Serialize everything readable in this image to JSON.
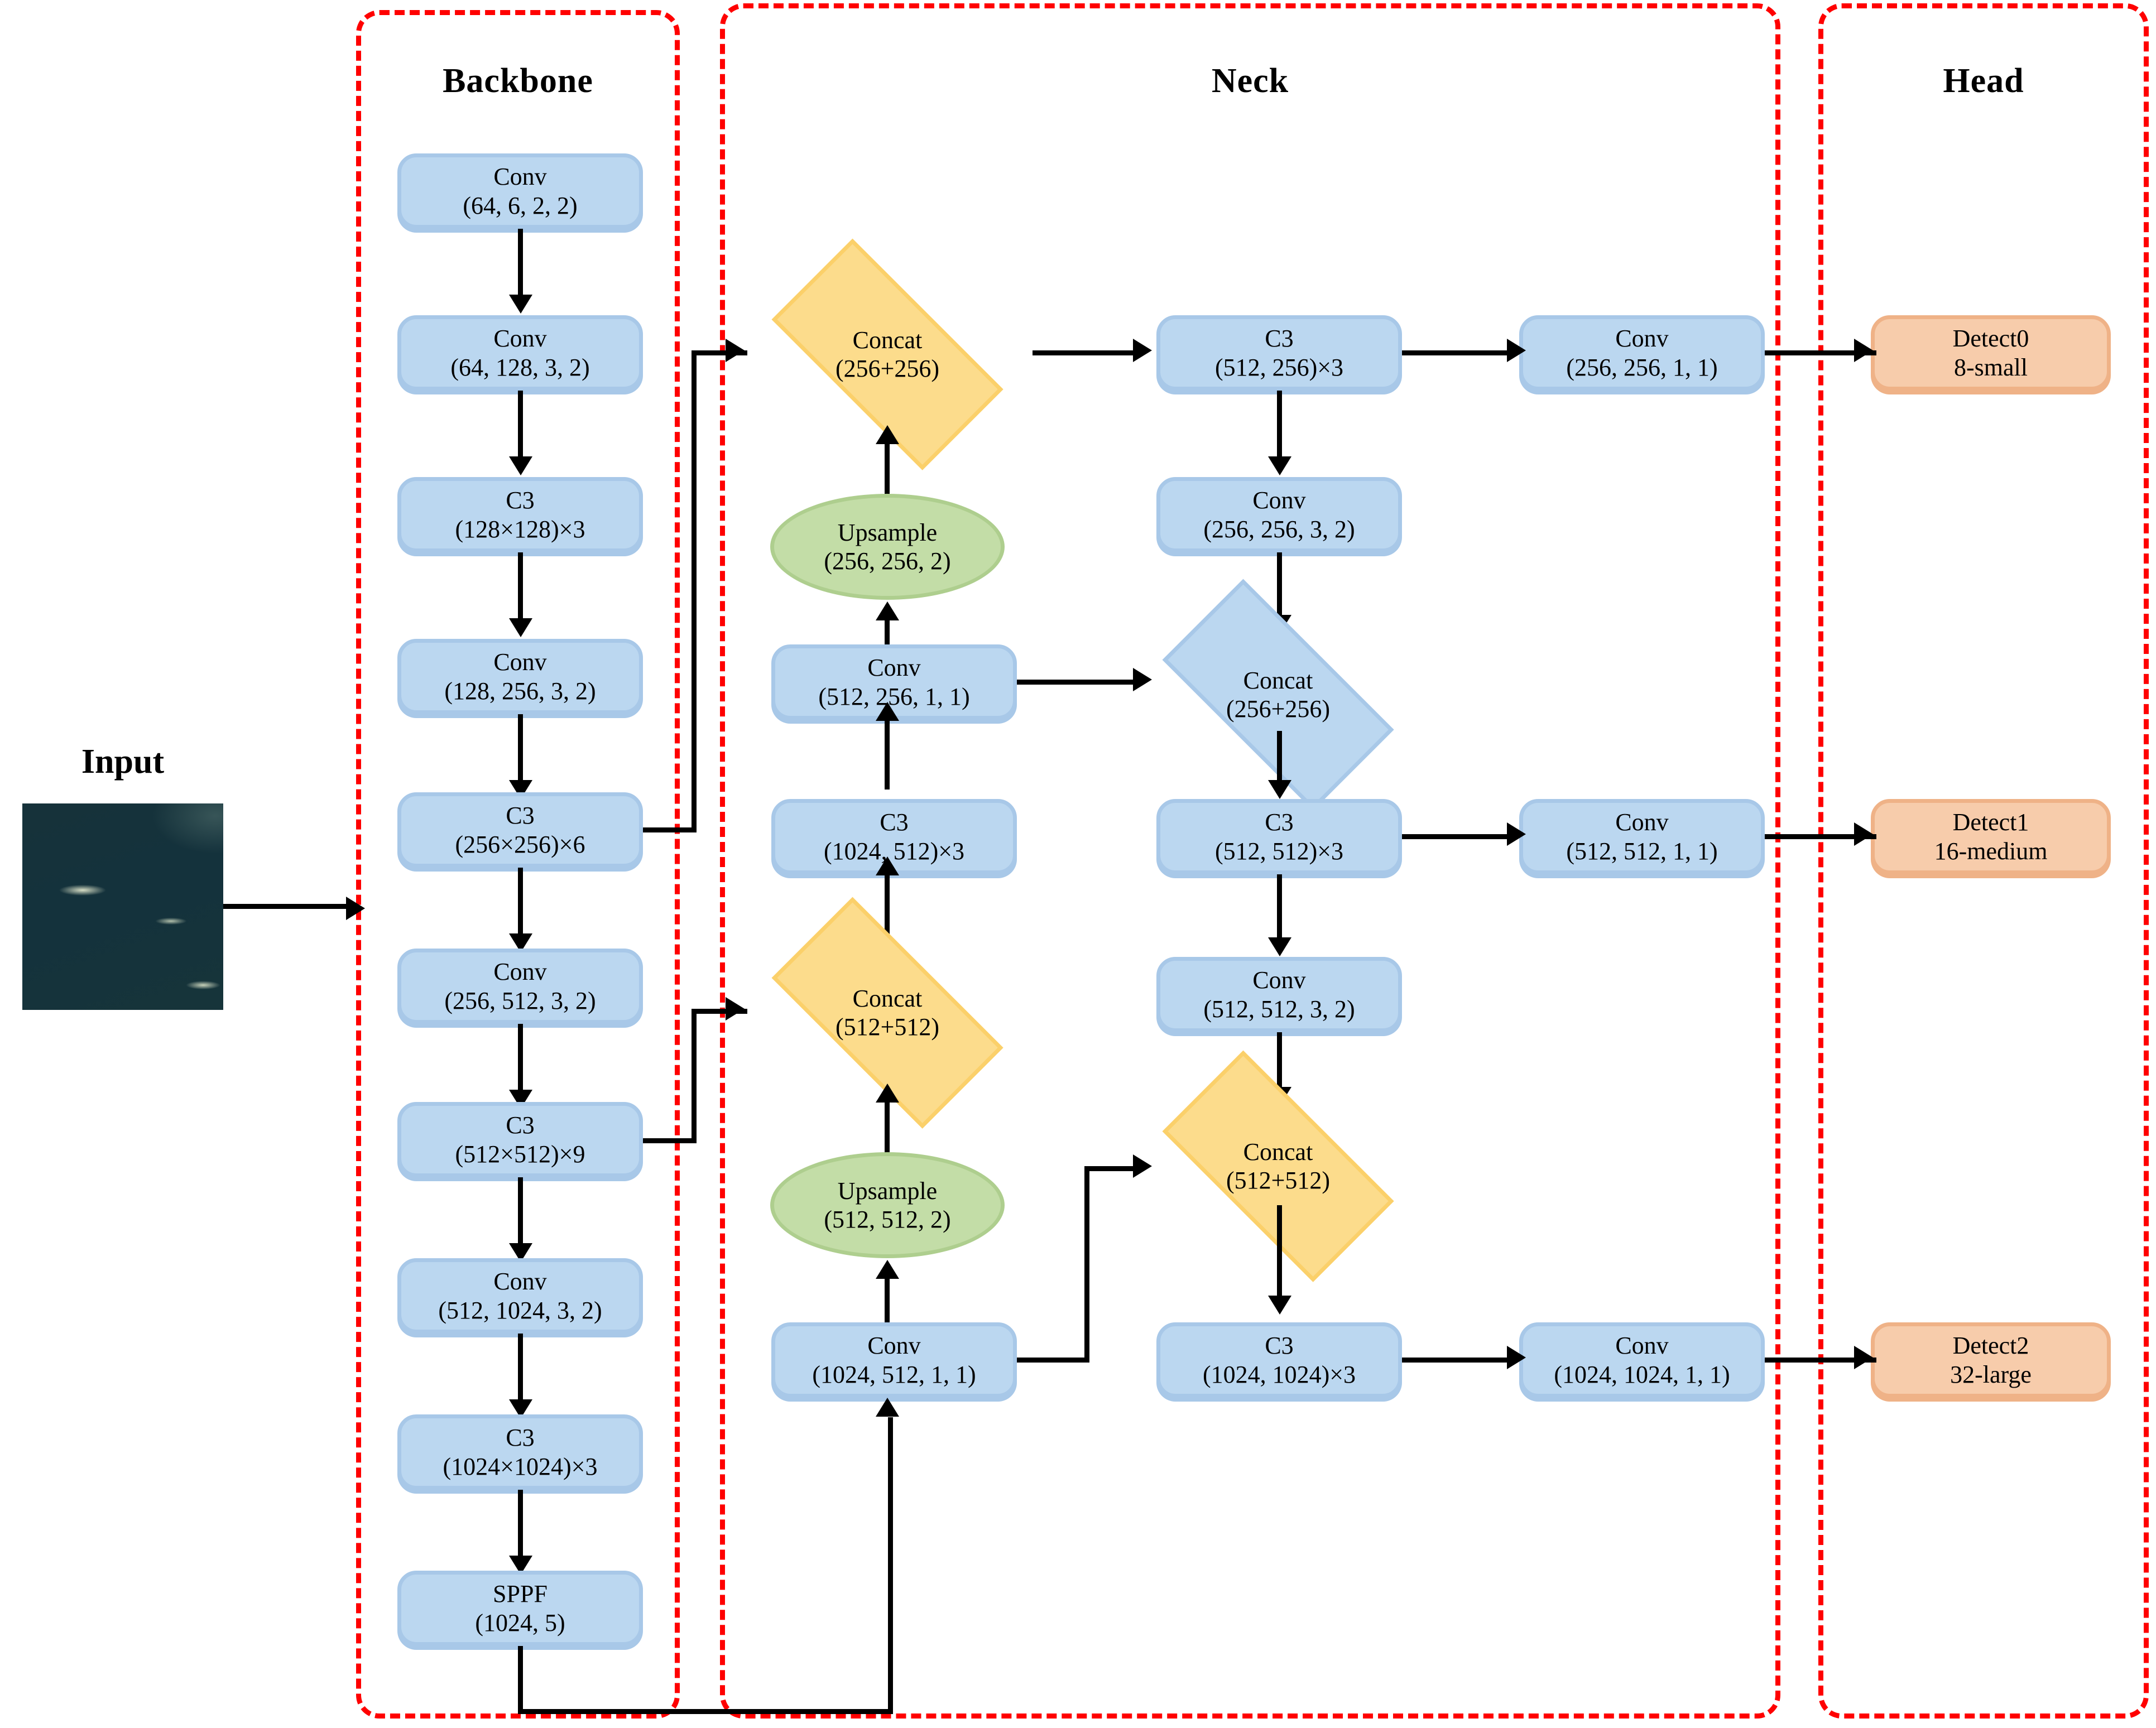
{
  "sections": [
    {
      "id": "backbone",
      "title": "Backbone"
    },
    {
      "id": "neck",
      "title": "Neck"
    },
    {
      "id": "head",
      "title": "Head"
    }
  ],
  "input": {
    "label": "Input",
    "image_alt": "dark teal satellite SAR scene with small bright ship targets"
  },
  "colors": {
    "frame_dashed": "#FF0000",
    "conv_box_fill": "#BBD7F0",
    "conv_box_stroke": "#A8C8E8",
    "concat_yellow_fill": "#FCDC8C",
    "concat_yellow_stroke": "#FBD06A",
    "upsample_fill": "#C3DDA7",
    "upsample_stroke": "#AECE8E",
    "detect_fill": "#F7CCAB",
    "detect_stroke": "#EFB287",
    "arrow": "#000000"
  },
  "backbone": {
    "nodes": [
      {
        "type": "Conv",
        "params": "(64,  6,  2,  2)"
      },
      {
        "type": "Conv",
        "params": "(64,  128,  3,  2)"
      },
      {
        "type": "C3",
        "params": "(128×128)×3"
      },
      {
        "type": "Conv",
        "params": "(128,  256,  3,  2)"
      },
      {
        "type": "C3",
        "params": "(256×256)×6"
      },
      {
        "type": "Conv",
        "params": "(256,  512,  3,  2)"
      },
      {
        "type": "C3",
        "params": "(512×512)×9"
      },
      {
        "type": "Conv",
        "params": "(512,  1024,  3,  2)"
      },
      {
        "type": "C3",
        "params": "(1024×1024)×3"
      },
      {
        "type": "SPPF",
        "params": "(1024,  5)"
      }
    ]
  },
  "neck": {
    "left_column": [
      {
        "type": "Concat",
        "params": "(256+256)",
        "shape": "diamond-yellow"
      },
      {
        "type": "Upsample",
        "params": "(256,  256,  2)",
        "shape": "ellipse"
      },
      {
        "type": "Conv",
        "params": "(512,  256,  1,  1)",
        "shape": "box"
      },
      {
        "type": "C3",
        "params": "(1024,  512)×3",
        "shape": "box"
      },
      {
        "type": "Concat",
        "params": "(512+512)",
        "shape": "diamond-yellow"
      },
      {
        "type": "Upsample",
        "params": "(512,  512,  2)",
        "shape": "ellipse"
      },
      {
        "type": "Conv",
        "params": "(1024,  512,  1,  1)",
        "shape": "box"
      }
    ],
    "right_column": [
      {
        "type": "C3",
        "params": "(512,  256)×3",
        "shape": "box"
      },
      {
        "type": "Conv",
        "params": "(256,  256,  3,  2)",
        "shape": "box"
      },
      {
        "type": "Concat",
        "params": "(256+256)",
        "shape": "diamond-blue"
      },
      {
        "type": "C3",
        "params": "(512,  512)×3",
        "shape": "box"
      },
      {
        "type": "Conv",
        "params": "(512,  512,  3,  2)",
        "shape": "box"
      },
      {
        "type": "Concat",
        "params": "(512+512)",
        "shape": "diamond-yellow"
      },
      {
        "type": "C3",
        "params": "(1024,  1024)×3",
        "shape": "box"
      }
    ],
    "output_column": [
      {
        "type": "Conv",
        "params": "(256,  256,  1,  1)"
      },
      {
        "type": "Conv",
        "params": "(512,  512,  1,  1)"
      },
      {
        "type": "Conv",
        "params": "(1024,  1024,  1,  1)"
      }
    ]
  },
  "head": {
    "nodes": [
      {
        "type": "Detect0",
        "params": "8-small"
      },
      {
        "type": "Detect1",
        "params": "16-medium"
      },
      {
        "type": "Detect2",
        "params": "32-large"
      }
    ]
  }
}
